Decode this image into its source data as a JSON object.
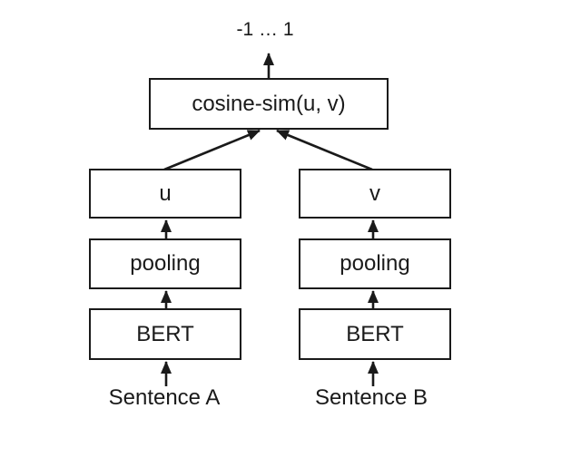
{
  "diagram": {
    "title_semantic": "sentence-bert-architecture",
    "output_label": "-1 … 1",
    "nodes": {
      "cosine": "cosine-sim(u, v)",
      "u": "u",
      "v": "v",
      "pooling_left": "pooling",
      "pooling_right": "pooling",
      "bert_left": "BERT",
      "bert_right": "BERT"
    },
    "inputs": {
      "sentence_a": "Sentence A",
      "sentence_b": "Sentence B"
    },
    "colors": {
      "background": "#ffffff",
      "box_fill": "#ffffff",
      "box_border": "#1a1a1a",
      "arrow": "#1a1a1a",
      "text": "#1a1a1a"
    }
  }
}
